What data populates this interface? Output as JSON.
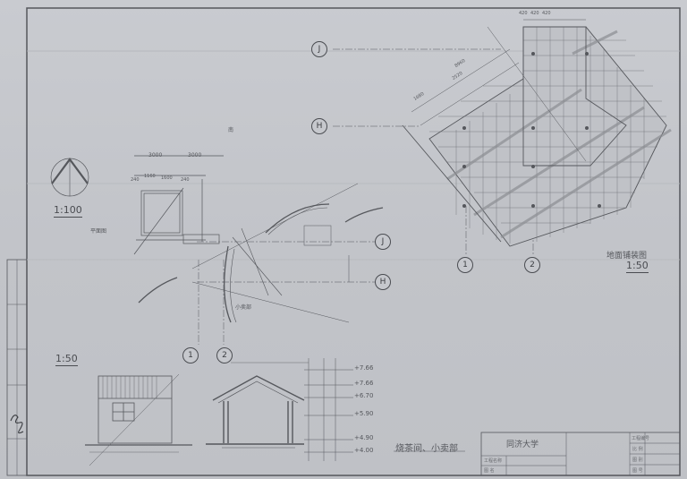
{
  "drawing": {
    "title": "烧茶间、小卖部",
    "scale_small": "1:100",
    "scale_large": "1:50",
    "paving_plan": {
      "label": "地面铺装图",
      "scale": "1:50"
    },
    "plan_label": "平面图",
    "small_label": "小卖部",
    "north_mark": "南",
    "axes": [
      "J",
      "H",
      "1",
      "2"
    ],
    "dimensions": [
      "3000",
      "3000",
      "240",
      "1160",
      "1600",
      "240",
      "420",
      "420",
      "420",
      "8960",
      "2520",
      "1680"
    ],
    "elevations": [
      "+7.66",
      "+7.66",
      "+6.70",
      "+5.90",
      "+4.90",
      "+4.00"
    ]
  },
  "title_block": {
    "institution": "同济大学",
    "project_name_label": "工程名称",
    "drawing_name_label": "图 名",
    "project_no_label": "工程编号",
    "scale_label": "比 例",
    "category_label": "图 别",
    "sheet_no_label": "图 号"
  },
  "colors": {
    "paper": "#c6c8cd",
    "ink": "#4a4c51"
  }
}
